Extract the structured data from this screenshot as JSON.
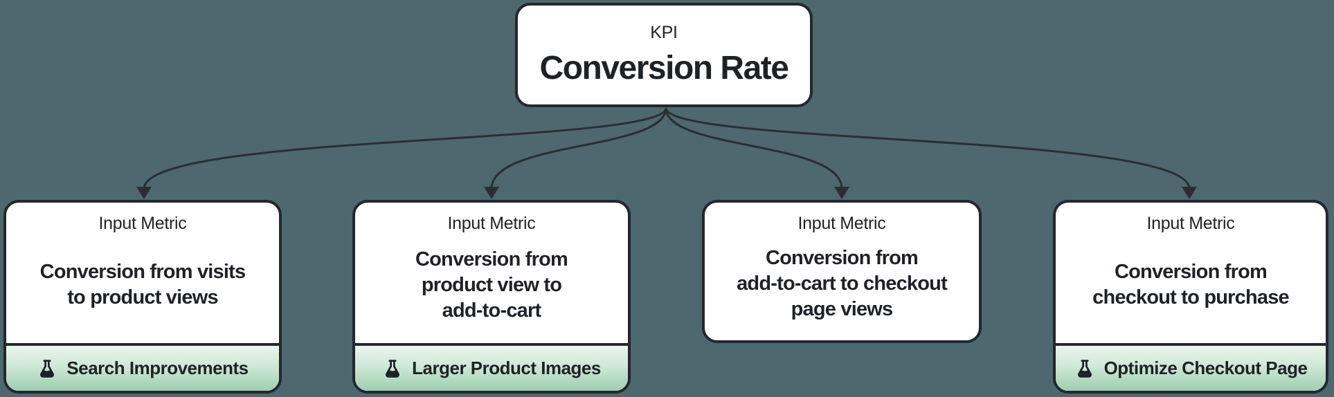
{
  "diagram": {
    "kpi": {
      "type_label": "KPI",
      "title": "Conversion Rate"
    },
    "input_metrics": [
      {
        "type_label": "Input Metric",
        "title": "Conversion from visits\nto product views",
        "experiment": "Search Improvements"
      },
      {
        "type_label": "Input Metric",
        "title": "Conversion from\nproduct view to\nadd-to-cart",
        "experiment": "Larger Product Images"
      },
      {
        "type_label": "Input Metric",
        "title": "Conversion from\nadd-to-cart to checkout\npage views",
        "experiment": null
      },
      {
        "type_label": "Input Metric",
        "title": "Conversion from\ncheckout to purchase",
        "experiment": "Optimize Checkout Page"
      }
    ],
    "icons": {
      "experiment_icon": "flask-icon"
    },
    "colors": {
      "background": "#4d686f",
      "node_background": "#ffffff",
      "node_border": "#24272c",
      "text": "#1e2227",
      "arrow": "#2a2e34",
      "experiment_gradient_top": "#ecf5ee",
      "experiment_gradient_bottom": "#9dcfae"
    }
  }
}
